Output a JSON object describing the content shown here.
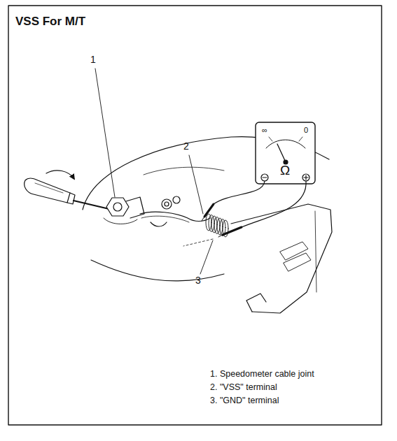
{
  "diagram": {
    "title": "VSS For M/T",
    "labels": [
      "1",
      "2",
      "3",
      "∞",
      "0",
      "Ω",
      "1. Speedometer cable joint",
      "2. \"VSS\" terminal",
      "3. \"GND\" terminal"
    ]
  }
}
